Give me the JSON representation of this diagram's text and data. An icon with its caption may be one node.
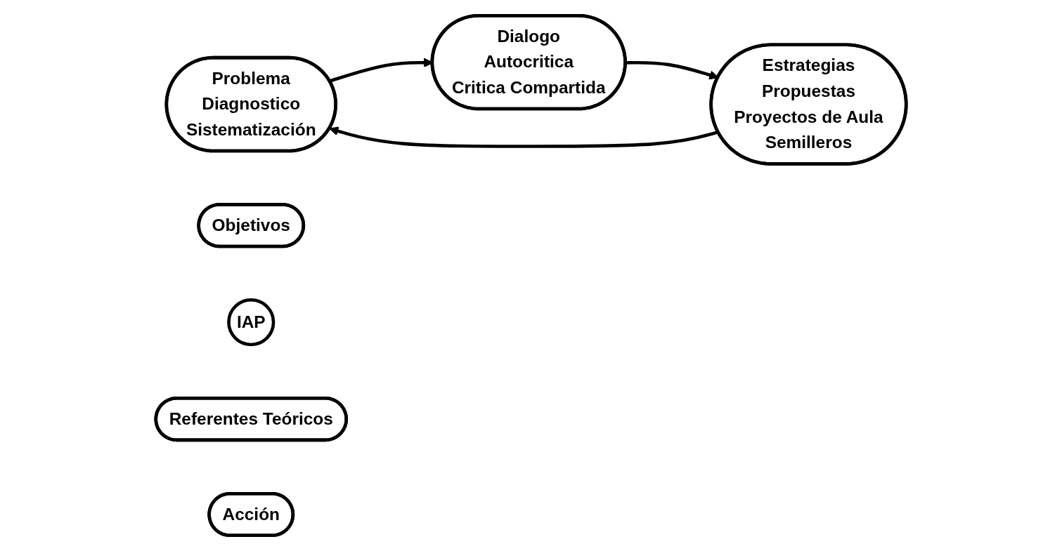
{
  "diagram": {
    "nodes": [
      {
        "text": [
          "Problema",
          "Diagnostico",
          "Sistematización"
        ]
      },
      {
        "text": [
          "Objetivos"
        ]
      },
      {
        "text": [
          "IAP"
        ]
      },
      {
        "text": [
          "Referentes Teóricos"
        ]
      },
      {
        "text": [
          "Dialogo",
          "Autocritica",
          "Critica Compartida"
        ]
      },
      {
        "text": [
          "Acción"
        ]
      },
      {
        "text": [
          "Estrategias",
          "Propuestas",
          "Proyectos de Aula",
          "Semilleros"
        ]
      }
    ],
    "edges": [
      {
        "from": 0,
        "to": 4,
        "arrow": "to"
      },
      {
        "from": 4,
        "to": 6,
        "arrow": "to"
      },
      {
        "from": 6,
        "to": 0,
        "arrow": "to"
      }
    ]
  }
}
